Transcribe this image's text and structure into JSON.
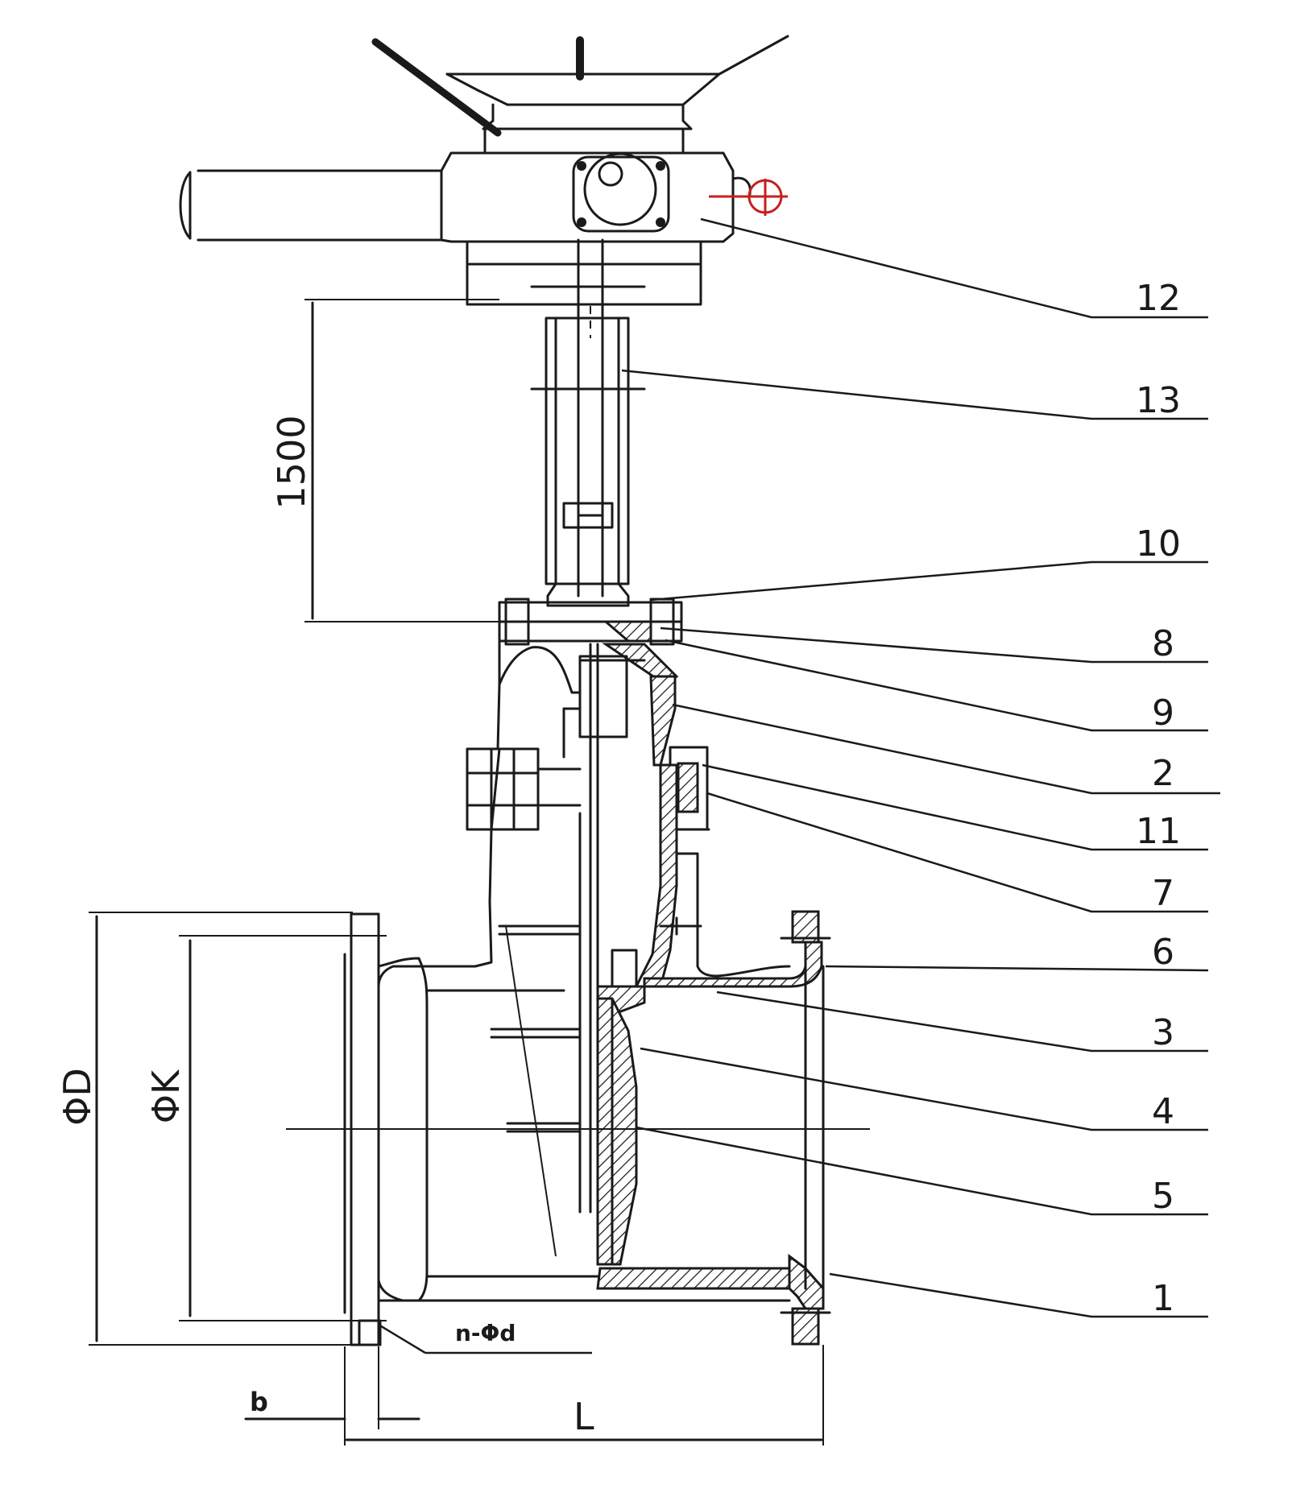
{
  "callouts": [
    "12",
    "13",
    "10",
    "8",
    "9",
    "2",
    "11",
    "7",
    "6",
    "3",
    "4",
    "5",
    "1"
  ],
  "dimensions": {
    "height": "1500",
    "outer_diameter": "ΦD",
    "bolt_circle": "ΦK",
    "bolt_holes": "n-Φd",
    "flange_thickness": "b",
    "length": "L"
  },
  "colors": {
    "line": "#1a1a1a",
    "indicator": "#c81e1e",
    "background": "#ffffff"
  }
}
